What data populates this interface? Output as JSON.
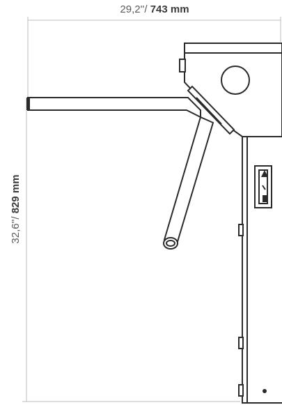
{
  "dimensions": {
    "width": {
      "inch_text": "29,2''/",
      "mm_text": "743 mm"
    },
    "height": {
      "inch_text": "32,6''/",
      "mm_text": "829 mm"
    }
  }
}
